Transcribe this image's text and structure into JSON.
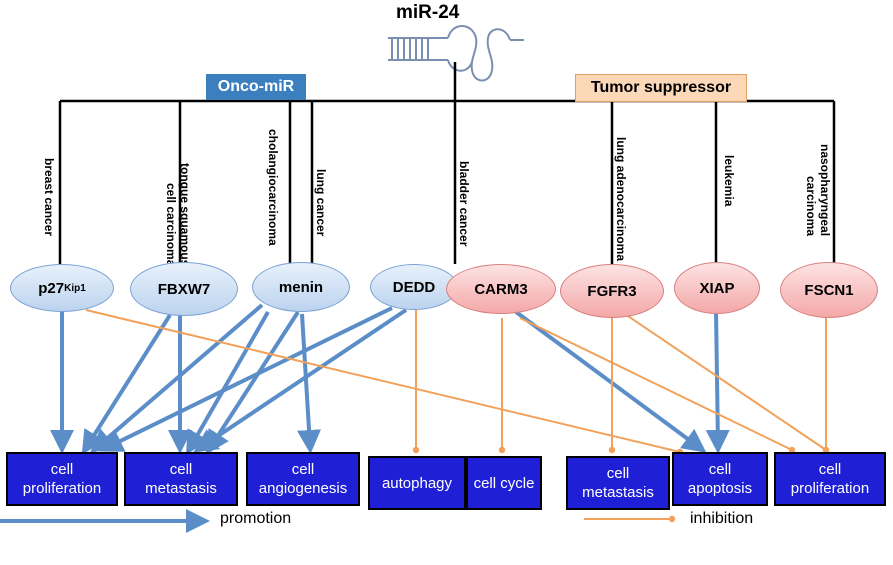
{
  "title": "miR-24",
  "tags": {
    "onco": "Onco-miR",
    "suppressor": "Tumor suppressor"
  },
  "cancers": {
    "breast": "breast cancer",
    "tongue": "tongue squamous\ncell carcinoma",
    "cholangio": "cholangiocarcinoma",
    "lung": "lung cancer",
    "bladder": "bladder cancer",
    "lung_adeno": "lung adenocarcinoma",
    "leukemia": "leukemia",
    "nasopharyngeal": "nasopharyngeal\ncarcinoma"
  },
  "genes": {
    "p27": "p27",
    "p27_sup": "Kip1",
    "fbxw7": "FBXW7",
    "menin": "menin",
    "dedd": "DEDD",
    "carm3": "CARM3",
    "fgfr3": "FGFR3",
    "xiap": "XIAP",
    "fscn1": "FSCN1"
  },
  "outcomes": {
    "prolif1": "cell\nproliferation",
    "metas1": "cell\nmetastasis",
    "angio": "cell\nangiogenesis",
    "autophagy": "autophagy",
    "cellcycle": "cell cycle",
    "metas2": "cell\nmetastasis",
    "apoptosis": "cell\napoptosis",
    "prolif2": "cell\nproliferation"
  },
  "legend": {
    "promotion": "promotion",
    "inhibition": "inhibition"
  },
  "colors": {
    "promotion": "#5b8ec8",
    "inhibition": "#f2a15a",
    "box": "#1f1fd6",
    "onco": "#3c7fbf"
  }
}
